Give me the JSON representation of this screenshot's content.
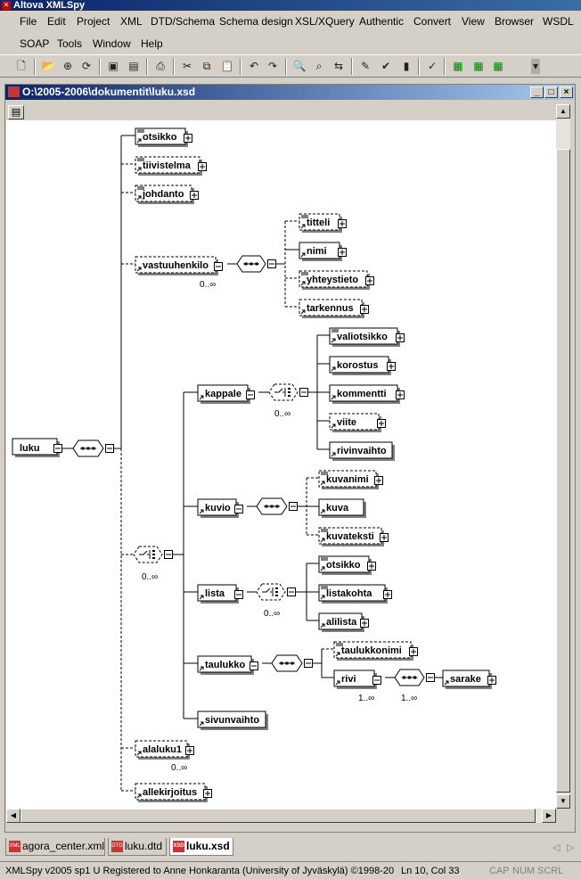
{
  "app": {
    "title": "Altova XMLSpy",
    "menus_row1": [
      "File",
      "Edit",
      "Project",
      "XML",
      "DTD/Schema",
      "Schema design",
      "XSL/XQuery",
      "Authentic",
      "Convert",
      "View",
      "Browser",
      "WSDL"
    ],
    "menus_row2": [
      "SOAP",
      "Tools",
      "Window",
      "Help"
    ]
  },
  "document": {
    "title": "O:\\2005-2006\\dokumentit\\luku.xsd"
  },
  "schema": {
    "root": "luku",
    "children": {
      "otsikko": "otsikko",
      "tiivistelma": "tiivistelma",
      "johdanto": "johdanto",
      "vastuuhenkilo": "vastuuhenkilo",
      "vastuuhenkilo_occ": "0..∞",
      "titteli": "titteli",
      "nimi": "nimi",
      "yhteystieto": "yhteystieto",
      "tarkennus": "tarkennus",
      "choice_occ": "0..∞",
      "kappale": "kappale",
      "kappale_occ": "0..∞",
      "valiotsikko": "valiotsikko",
      "korostus": "korostus",
      "kommentti": "kommentti",
      "viite": "viite",
      "rivinvaihto": "rivinvaihto",
      "kuvio": "kuvio",
      "kuvanimi": "kuvanimi",
      "kuva": "kuva",
      "kuvateksti": "kuvateksti",
      "lista": "lista",
      "lista_occ": "0..∞",
      "lista_otsikko": "otsikko",
      "listakohta": "listakohta",
      "alilista": "alilista",
      "taulukko": "taulukko",
      "taulukkonimi": "taulukkonimi",
      "rivi": "rivi",
      "rivi_occ": "1..∞",
      "seq_occ": "1..∞",
      "sarake": "sarake",
      "sivunvaihto": "sivunvaihto",
      "alaluku1": "alaluku1",
      "alaluku1_occ": "0..∞",
      "allekirjoitus": "allekirjoitus"
    }
  },
  "tabs": [
    {
      "label": "agora_center.xml"
    },
    {
      "label": "luku.dtd"
    },
    {
      "label": "luku.xsd"
    }
  ],
  "status": {
    "left": "XMLSpy v2005 sp1 U   Registered to Anne Honkaranta (University of Jyväskylä)   ©1998-20",
    "position": "Ln 10, Col 33",
    "cap": "CAP",
    "num": "NUM",
    "scrl": "SCRL"
  },
  "colors": {
    "titlebar": "#0a246a",
    "chrome": "#d4d0c8"
  }
}
